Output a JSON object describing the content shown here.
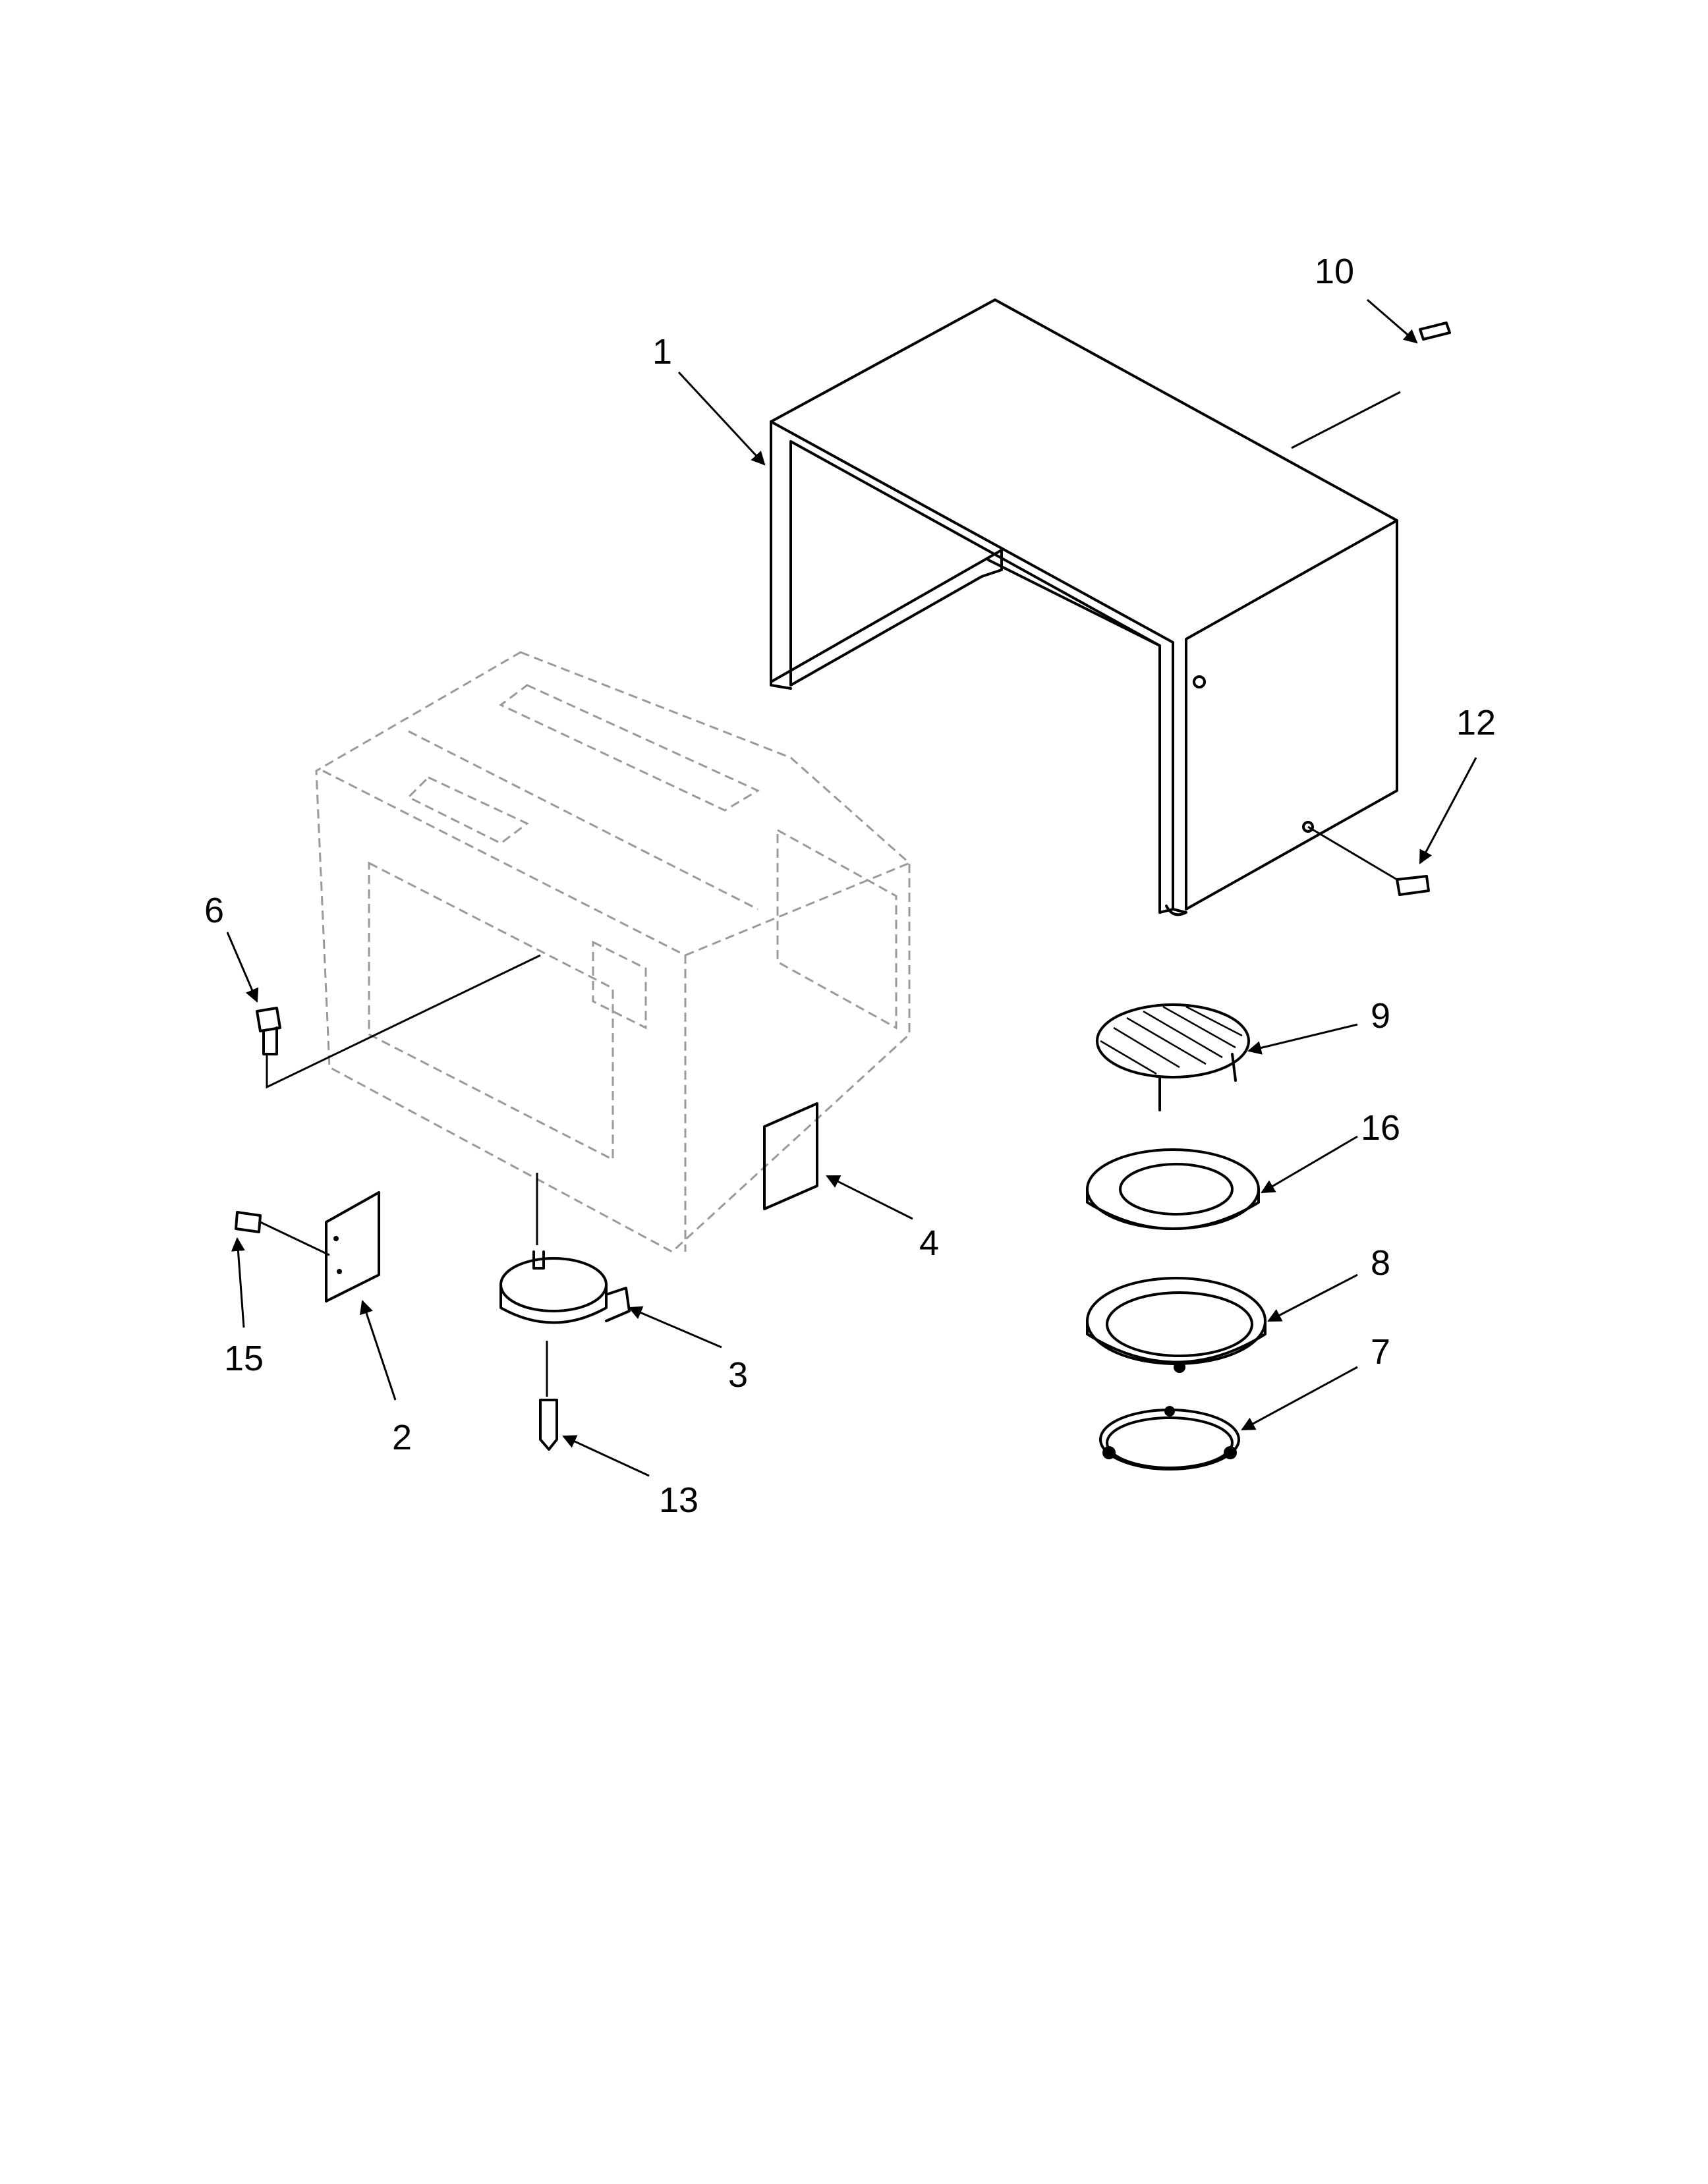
{
  "callouts": [
    {
      "id": "1",
      "label": "1"
    },
    {
      "id": "2",
      "label": "2"
    },
    {
      "id": "3",
      "label": "3"
    },
    {
      "id": "4",
      "label": "4"
    },
    {
      "id": "6",
      "label": "6"
    },
    {
      "id": "7",
      "label": "7"
    },
    {
      "id": "8",
      "label": "8"
    },
    {
      "id": "9",
      "label": "9"
    },
    {
      "id": "10",
      "label": "10"
    },
    {
      "id": "12",
      "label": "12"
    },
    {
      "id": "13",
      "label": "13"
    },
    {
      "id": "15",
      "label": "15"
    },
    {
      "id": "16",
      "label": "16"
    }
  ]
}
